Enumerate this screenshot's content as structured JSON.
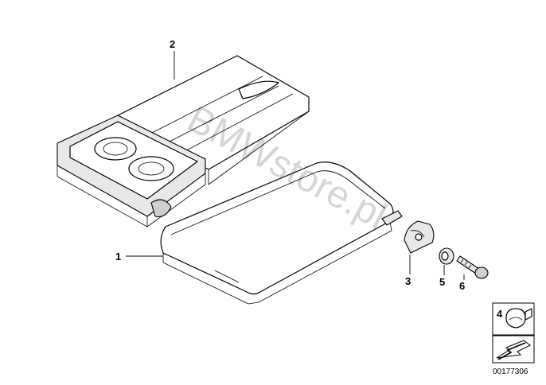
{
  "diagram": {
    "watermark": "BMWstore.pl",
    "callouts": {
      "p1": "1",
      "p2": "2",
      "p3": "3",
      "p4": "4",
      "p5": "5",
      "p6": "6"
    },
    "diagram_number": "00177306"
  }
}
